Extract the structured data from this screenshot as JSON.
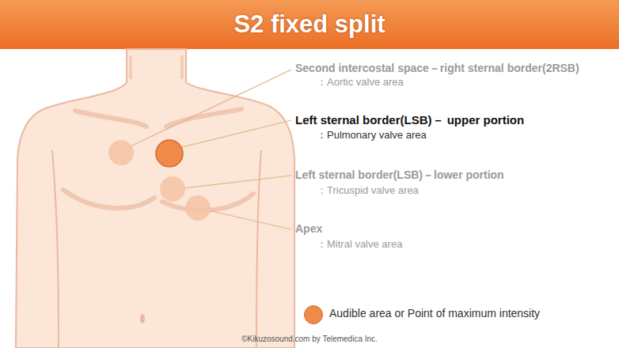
{
  "diagram": {
    "title": "S2 fixed split",
    "labels": [
      "Second intercostal space－right sternal border(2RSB)",
      "：Aortic valve area",
      "Left sternal border(LSB)－ upper portion",
      "：Pulmonary valve area",
      "Left sternal border(LSB)－lower portion",
      "：Tricuspid valve area",
      "Apex",
      "：Mitral valve area",
      "©Kikuzosound.com by Telemedica Inc."
    ],
    "legend": [
      {
        "text": "Audible area or Point of maximum intensity",
        "color": "#f08a4b"
      }
    ]
  }
}
